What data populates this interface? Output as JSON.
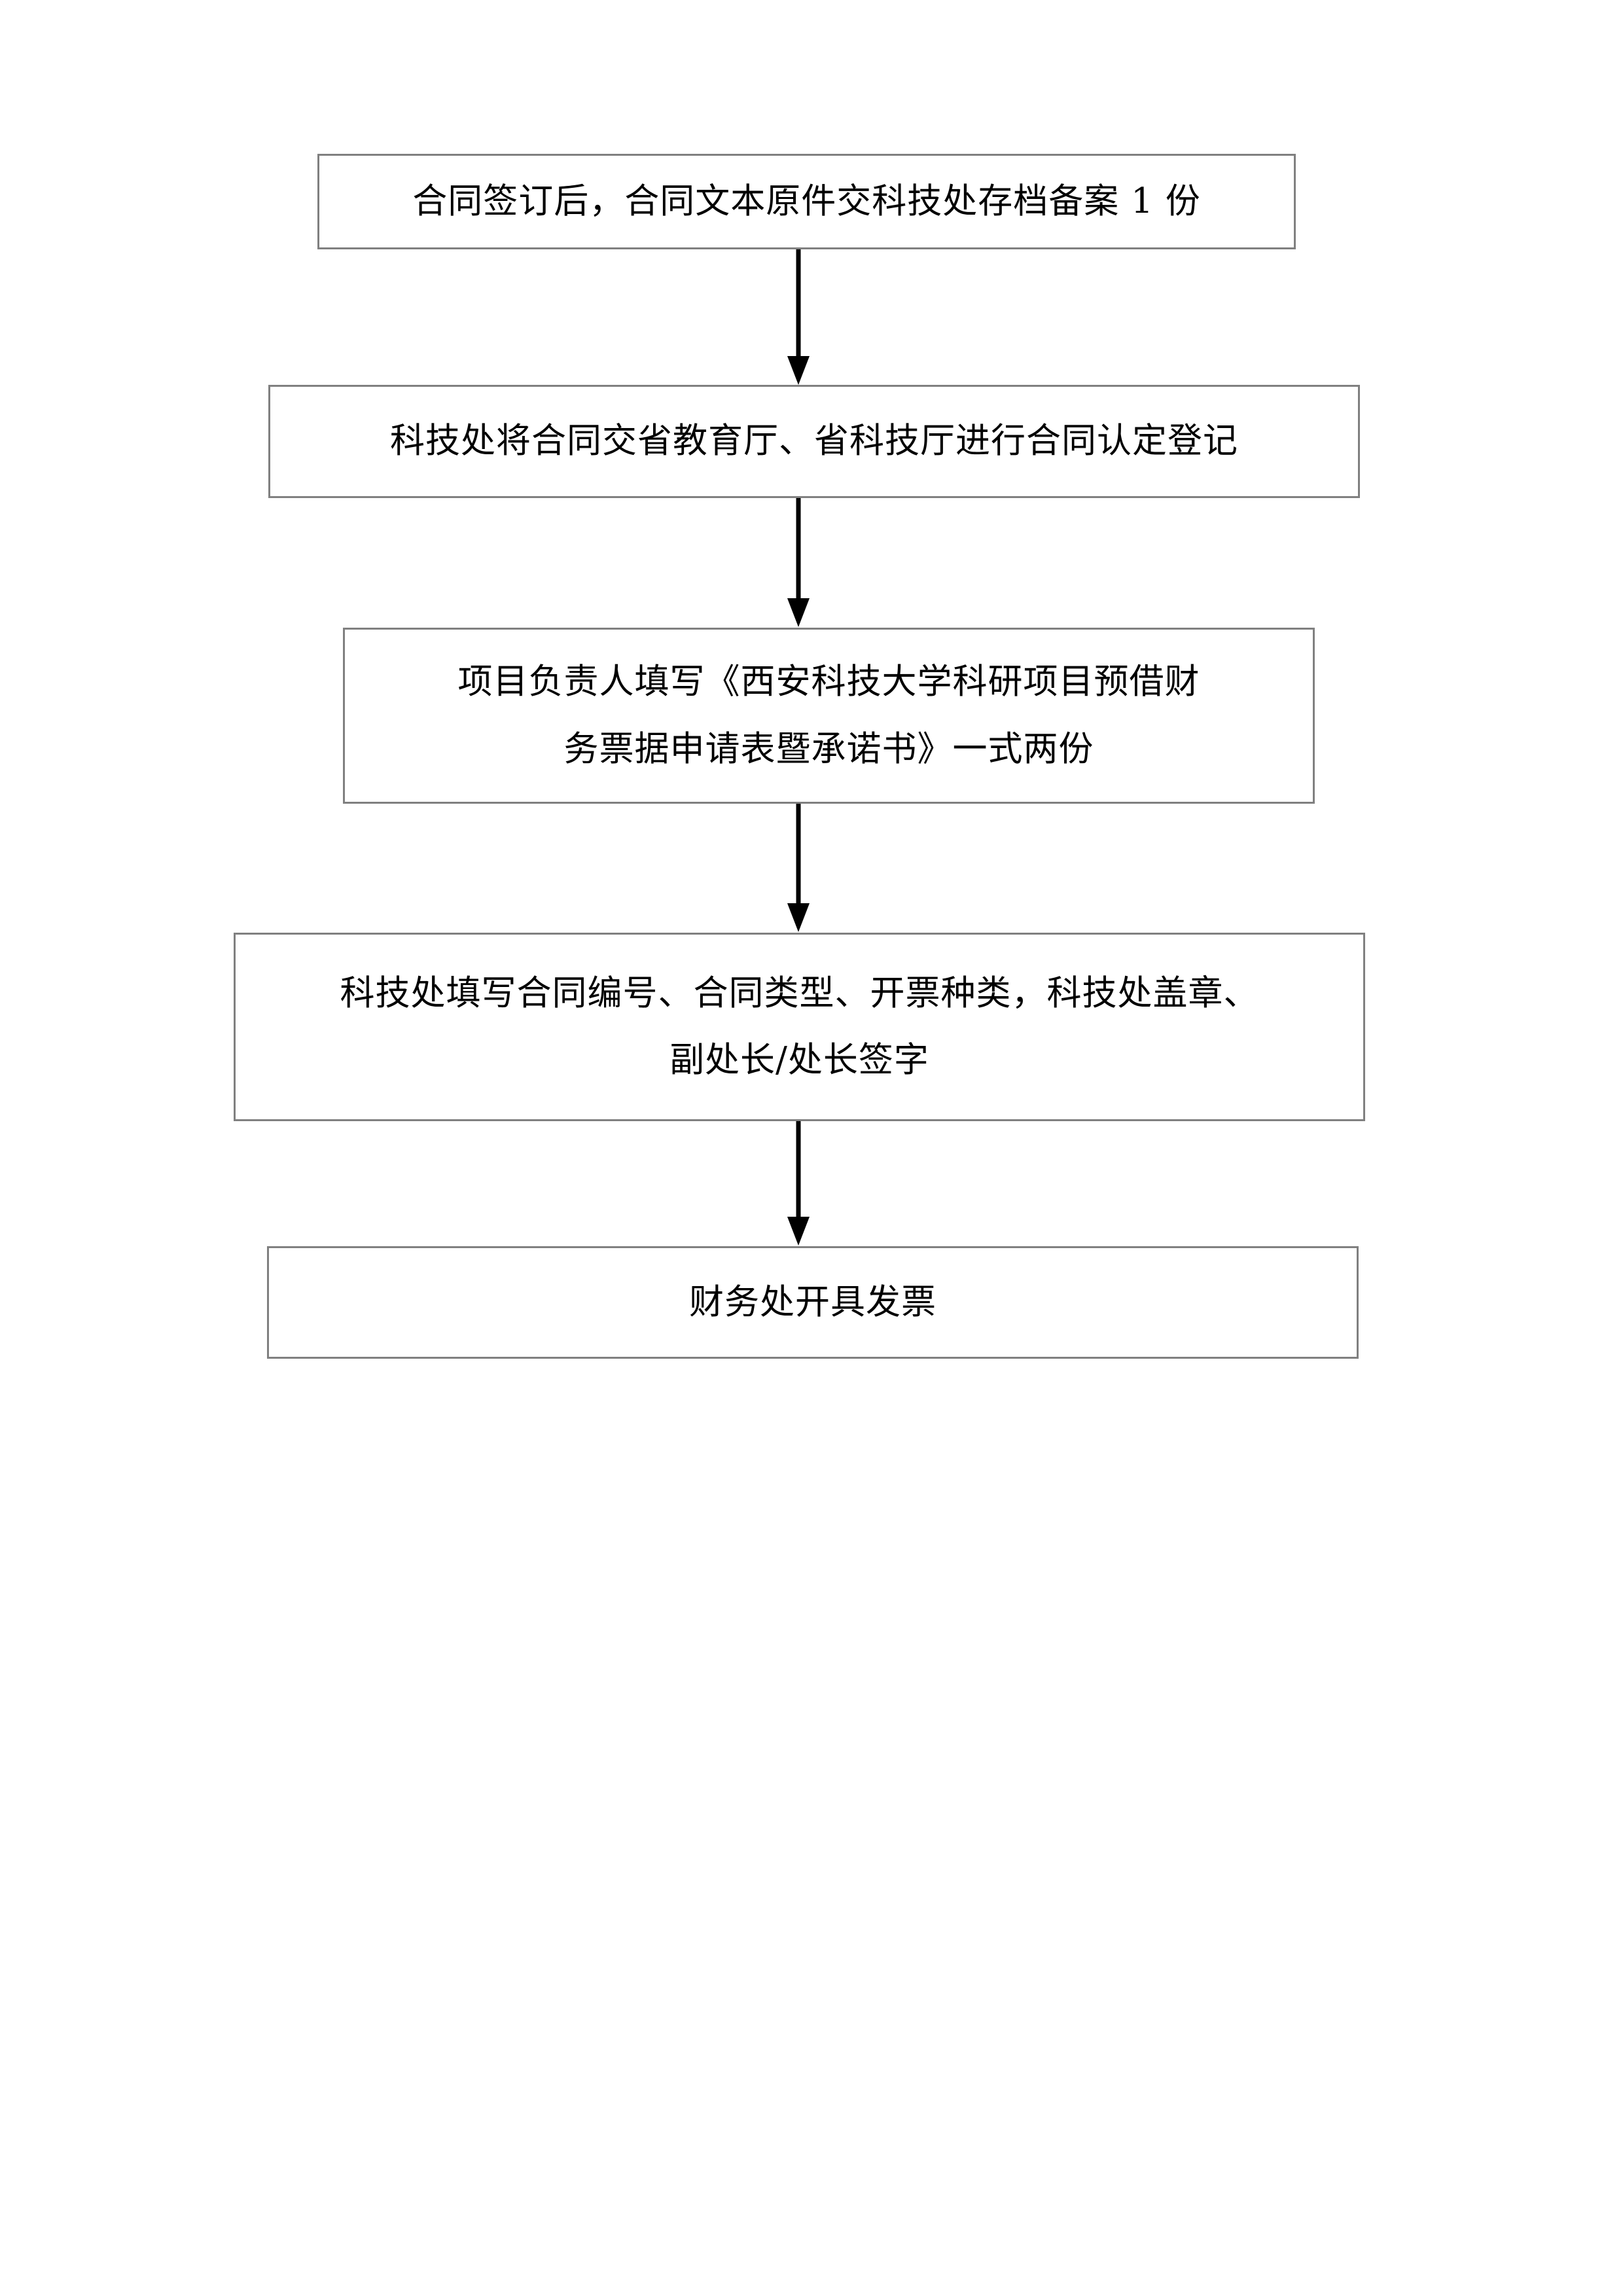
{
  "document": {
    "type": "flowchart",
    "orientation": "vertical",
    "page_background": "#ffffff",
    "box_border_color": "#808080",
    "arrow_color": "#000000",
    "text_color": "#000000"
  },
  "flowchart": {
    "nodes": [
      {
        "id": "node-1",
        "lines": [
          "合同签订后，合同文本原件交科技处存档备案 1 份"
        ]
      },
      {
        "id": "node-2",
        "lines": [
          "科技处将合同交省教育厅、省科技厅进行合同认定登记"
        ]
      },
      {
        "id": "node-3",
        "lines": [
          "项目负责人填写《西安科技大学科研项目预借财",
          "务票据申请表暨承诺书》一式两份"
        ]
      },
      {
        "id": "node-4",
        "lines": [
          "科技处填写合同编号、合同类型、开票种类，科技处盖章、",
          "副处长/处长签字"
        ]
      },
      {
        "id": "node-5",
        "lines": [
          "财务处开具发票"
        ]
      }
    ],
    "connectors": [
      {
        "id": "arrow-1",
        "from": "node-1",
        "to": "node-2"
      },
      {
        "id": "arrow-2",
        "from": "node-2",
        "to": "node-3"
      },
      {
        "id": "arrow-3",
        "from": "node-3",
        "to": "node-4"
      },
      {
        "id": "arrow-4",
        "from": "node-4",
        "to": "node-5"
      }
    ]
  }
}
